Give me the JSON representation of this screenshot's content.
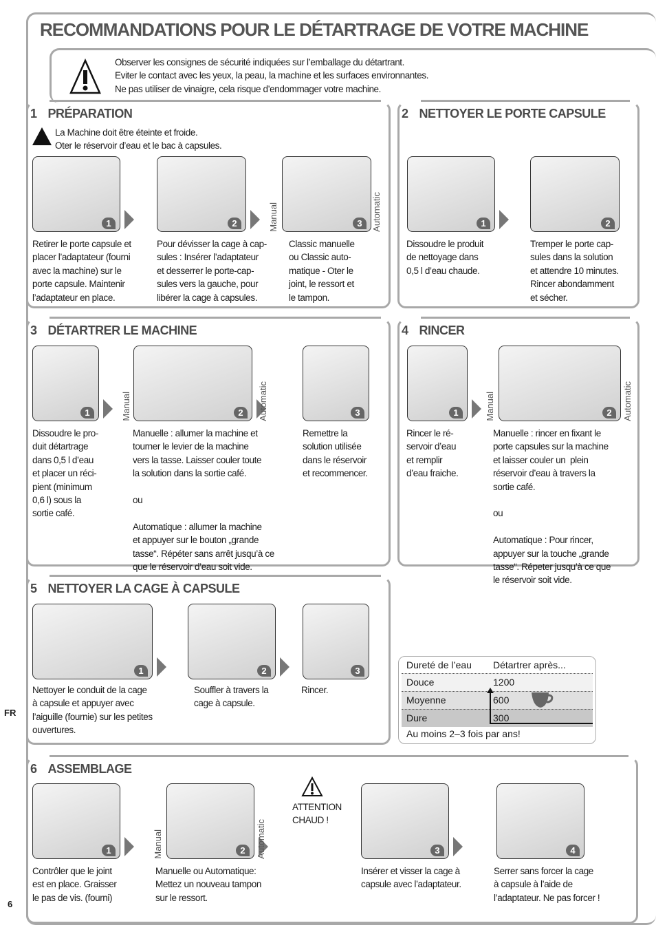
{
  "title": "RECOMMANDATIONS POUR LE DÉTARTRAGE DE VOTRE MACHINE",
  "warning": "Observer les consignes de sécurité indiquées sur l’emballage du détartrant.\nEviter le contact avec les yeux, la peau, la machine et les surfaces environnantes.\nNe pas utiliser de vinaigre, cela risque d’endommager votre machine.",
  "side_lang": "FR",
  "page_number": "6",
  "labels": {
    "manual": "Manual",
    "automatic": "Automatic"
  },
  "sections": [
    {
      "num": "1",
      "title": "PRÉPARATION",
      "note": "La Machine doit être éteinte et froide.\nOter le réservoir d’eau et le bac à capsules.",
      "steps": [
        {
          "n": "1",
          "text": "Retirer le porte capsule et\nplacer l’adaptateur (fourni\navec la machine) sur le\nporte capsule. Maintenir\nl’adaptateur en place."
        },
        {
          "n": "2",
          "text": "Pour dévisser la cage à cap-\nsules : Insérer l’adaptateur\net desserrer le porte-cap-\nsules vers la gauche, pour\nlibérer la cage à capsules."
        },
        {
          "n": "3",
          "text": "Classic manuelle\nou Classic auto-\nmatique - Oter le\njoint, le ressort et\nle tampon."
        }
      ]
    },
    {
      "num": "2",
      "title": "NETTOYER LE PORTE CAPSULE",
      "steps": [
        {
          "n": "1",
          "text": "Dissoudre le produit\nde nettoyage dans\n0,5 l d’eau chaude."
        },
        {
          "n": "2",
          "text": "Tremper le porte cap-\nsules dans la solution\net attendre 10 minutes.\nRincer abondamment\net sécher."
        }
      ]
    },
    {
      "num": "3",
      "title": "DÉTARTRER LE MACHINE",
      "steps": [
        {
          "n": "1",
          "text": "Dissoudre le pro-\nduit détartrage\ndans 0,5 l d’eau\net placer un réci-\npient (minimum\n0,6 l) sous la\nsortie café."
        },
        {
          "n": "2",
          "text": "Manuelle : allumer la machine et\ntourner le levier de la machine\nvers la tasse. Laisser couler toute\nla solution dans la sortie café.\n\nou\n\nAutomatique : allumer la machine\net appuyer sur le bouton „grande\ntasse“. Répéter sans arrêt jusqu’à ce\nque le réservoir d’eau soit vide."
        },
        {
          "n": "3",
          "text": "Remettre la\nsolution utilisée\ndans le réservoir\net recommencer."
        }
      ]
    },
    {
      "num": "4",
      "title": "RINCER",
      "steps": [
        {
          "n": "1",
          "text": "Rincer le ré-\nservoir d’eau\net remplir\nd’eau fraiche."
        },
        {
          "n": "2",
          "text": "Manuelle : rincer en fixant le\nporte capsules sur la machine\net laisser couler un  plein\nréservoir d’eau à travers la\nsortie café.\n\nou\n\nAutomatique : Pour rincer,\nappuyer sur la touche „grande\ntasse“. Répeter jusqu’à ce que\nle réservoir soit vide."
        }
      ]
    },
    {
      "num": "5",
      "title": "NETTOYER LA CAGE À CAPSULE",
      "steps": [
        {
          "n": "1",
          "text": "Nettoyer le conduit de la cage\nà capsule et appuyer avec\nl’aiguille (fournie) sur les petites\nouvertures."
        },
        {
          "n": "2",
          "text": "Souffler à travers la\ncage à capsule."
        },
        {
          "n": "3",
          "text": "Rincer."
        }
      ]
    },
    {
      "num": "6",
      "title": "ASSEMBLAGE",
      "steps": [
        {
          "n": "1",
          "text": "Contrôler que le joint\nest en place. Graisser\nle pas de vis. (fourni)"
        },
        {
          "n": "2",
          "text": "Manuelle ou Automatique:\nMettez un nouveau tampon\nsur le ressort."
        },
        {
          "n": "3",
          "text": "Insérer et visser la cage à\ncapsule avec l’adaptateur."
        },
        {
          "n": "4",
          "text": "Serrer sans forcer la cage\nà capsule à l’aide de\nl’adaptateur. Ne pas forcer !"
        }
      ]
    }
  ],
  "attention": "ATTENTION\nCHAUD !",
  "hardness_table": {
    "headers": [
      "Dureté de l’eau",
      "Détartrer après..."
    ],
    "rows": [
      [
        "Douce",
        "1200"
      ],
      [
        "Moyenne",
        "600"
      ],
      [
        "Dure",
        "300"
      ]
    ],
    "footer": "Au moins 2–3 fois par ans!",
    "row_colors": [
      "#f2f2f2",
      "#e0e0e0",
      "#c8c8c8"
    ]
  }
}
